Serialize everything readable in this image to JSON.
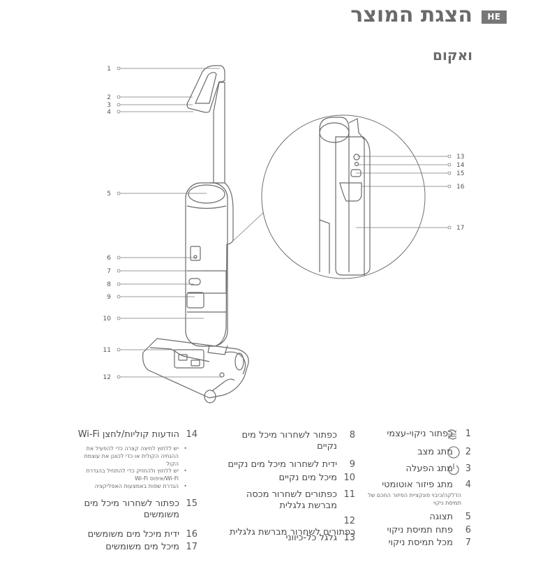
{
  "header": {
    "lang_badge": "HE",
    "title": "הצגת המוצר"
  },
  "section": {
    "title": "ואקום"
  },
  "callouts": [
    "1",
    "2",
    "3",
    "4",
    "5",
    "6",
    "7",
    "8",
    "9",
    "10",
    "11",
    "12",
    "13",
    "14",
    "15",
    "16",
    "17"
  ],
  "legend": [
    {
      "num": "1",
      "label": "כפתור ניקוי-עצמי",
      "icon": "self-clean-icon"
    },
    {
      "num": "2",
      "label": "מתג מצב",
      "icon": "mode-icon"
    },
    {
      "num": "3",
      "label": "מתג הפעלה",
      "icon": "power-icon"
    },
    {
      "num": "4",
      "label": "מתג פיזור אוטומטי",
      "note": "הדלקה/כיבוי פונקציית הפיזור החכם של תמיסת ניקוי"
    },
    {
      "num": "5",
      "label": "תצוגה"
    },
    {
      "num": "6",
      "label": "פתח תמיסת ניקוי"
    },
    {
      "num": "7",
      "label": "מכל תמיסת ניקוי"
    },
    {
      "num": "8",
      "label": "כפתור לשחרור מיכל מים נקיים"
    },
    {
      "num": "9",
      "label": "ידית לשחרור מיכל מים נקיים"
    },
    {
      "num": "10",
      "label": "מיכל מים נקיים"
    },
    {
      "num": "11",
      "label": "כפתורים לשחרור מכסה מברשת גלגלית"
    },
    {
      "num": "12",
      "label": "כפתורים לשחרור מברשת גלגלית"
    },
    {
      "num": "13",
      "label": "גלגל כל-כיווני"
    },
    {
      "num": "14",
      "label": "הודעות קוליות/לחצן Wi-Fi",
      "bullets": [
        "יש ללחוץ לחיצה קצרה כדי להפעיל את ההנחיה הקולית או כדי לכוונן את עוצמת הקול",
        "יש ללחוץ ולהחזיק כדי להתחיל בהגדרת Wi-Fi/איפוס Wi-Fi",
        "הגדרת שפות באמצעות האפליקציה"
      ]
    },
    {
      "num": "15",
      "label": "כפתור לשחרור מיכל מים משומשים"
    },
    {
      "num": "16",
      "label": "ידית מיכל מים משומשים"
    },
    {
      "num": "17",
      "label": "מיכל מים משומשים"
    }
  ]
}
